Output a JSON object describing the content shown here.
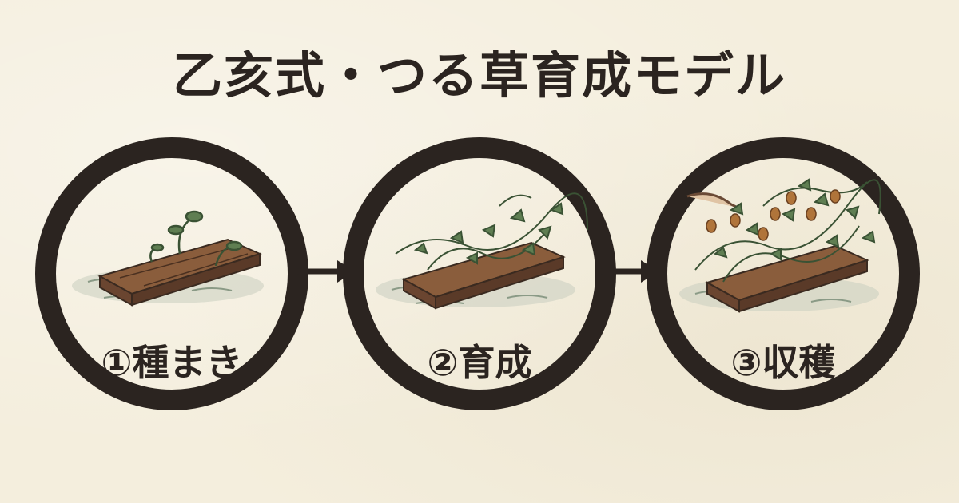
{
  "title": "乙亥式・つる草育成モデル",
  "stages": [
    {
      "label": "①種まき"
    },
    {
      "label": "②育成"
    },
    {
      "label": "③収穫"
    }
  ],
  "colors": {
    "background": "#f4eedd",
    "ink": "#2b2420",
    "wood": "#7a5236",
    "leaf": "#4e6b45",
    "water": "#8a9a86",
    "fruit": "#b0743a"
  }
}
